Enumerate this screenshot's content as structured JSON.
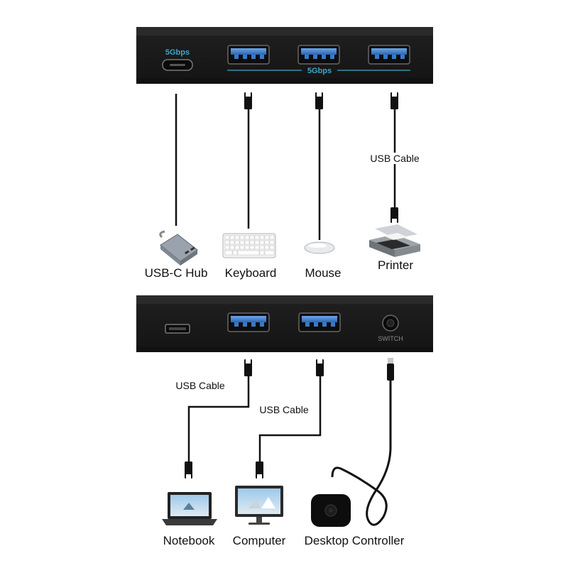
{
  "hub_top": {
    "usbc_speed": "5Gbps",
    "usba_speed": "5Gbps"
  },
  "hub_bottom": {
    "switch_label": "SWITCH"
  },
  "devices_top": [
    {
      "name": "USB-C Hub"
    },
    {
      "name": "Keyboard"
    },
    {
      "name": "Mouse"
    },
    {
      "name": "Printer"
    }
  ],
  "devices_bottom": [
    {
      "name": "Notebook"
    },
    {
      "name": "Computer"
    },
    {
      "name": "Desktop Controller"
    }
  ],
  "cable_labels": {
    "printer": "USB Cable",
    "notebook": "USB Cable",
    "computer": "USB Cable"
  },
  "colors": {
    "hub_body": "#1b1b1b",
    "port_blue": "#3a78c9",
    "speed_text": "#3fa6c6"
  }
}
